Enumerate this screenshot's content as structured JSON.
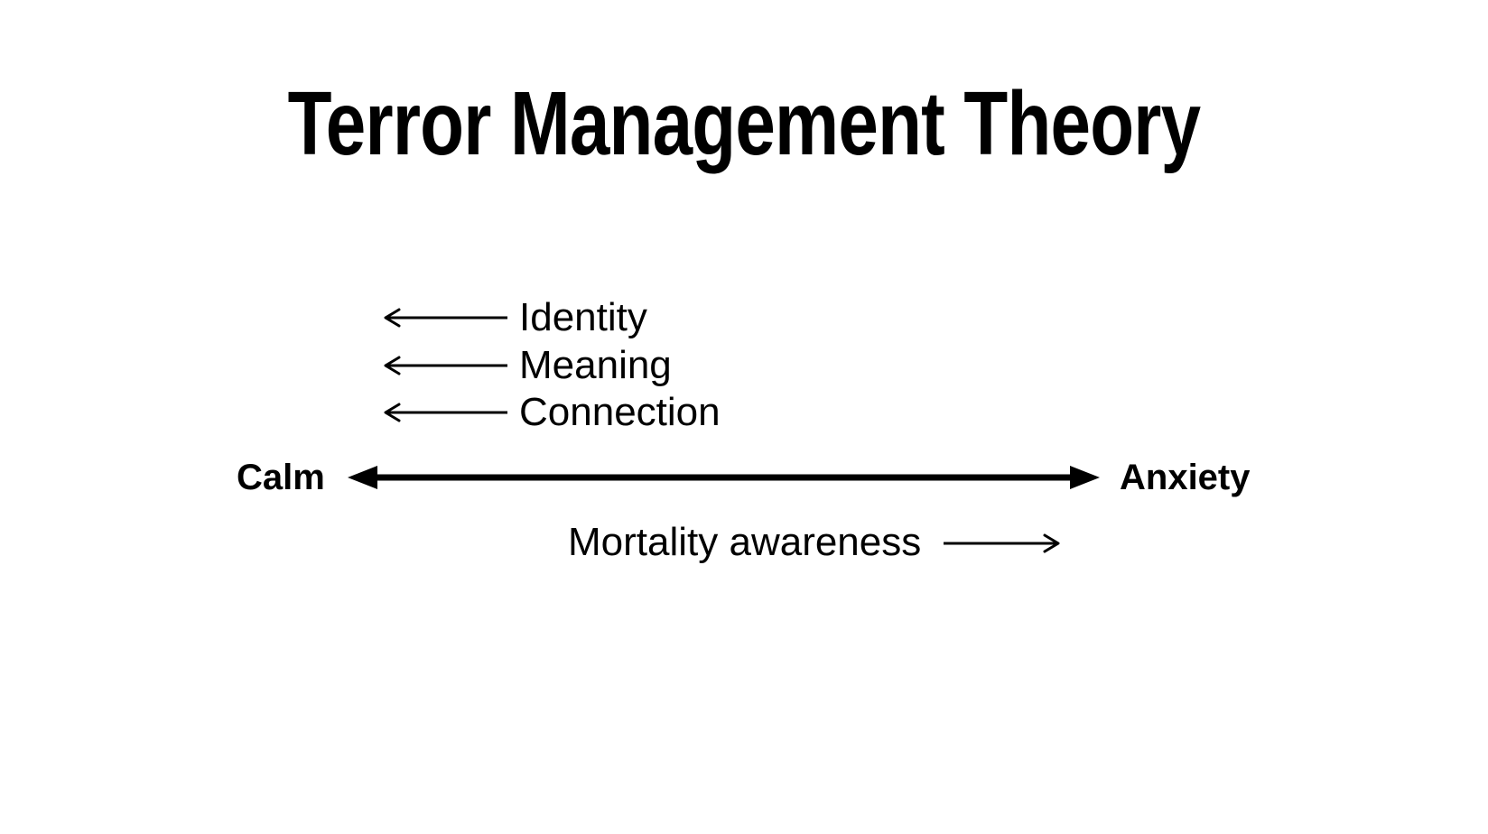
{
  "title": "Terror Management Theory",
  "buffer_arrows": {
    "direction": "left",
    "items": [
      {
        "label": "Identity"
      },
      {
        "label": "Meaning"
      },
      {
        "label": "Connection"
      }
    ]
  },
  "axis": {
    "left_label": "Calm",
    "right_label": "Anxiety"
  },
  "mortality_arrow": {
    "label": "Mortality awareness",
    "direction": "right"
  },
  "colors": {
    "ink": "#000000",
    "background": "#ffffff"
  }
}
